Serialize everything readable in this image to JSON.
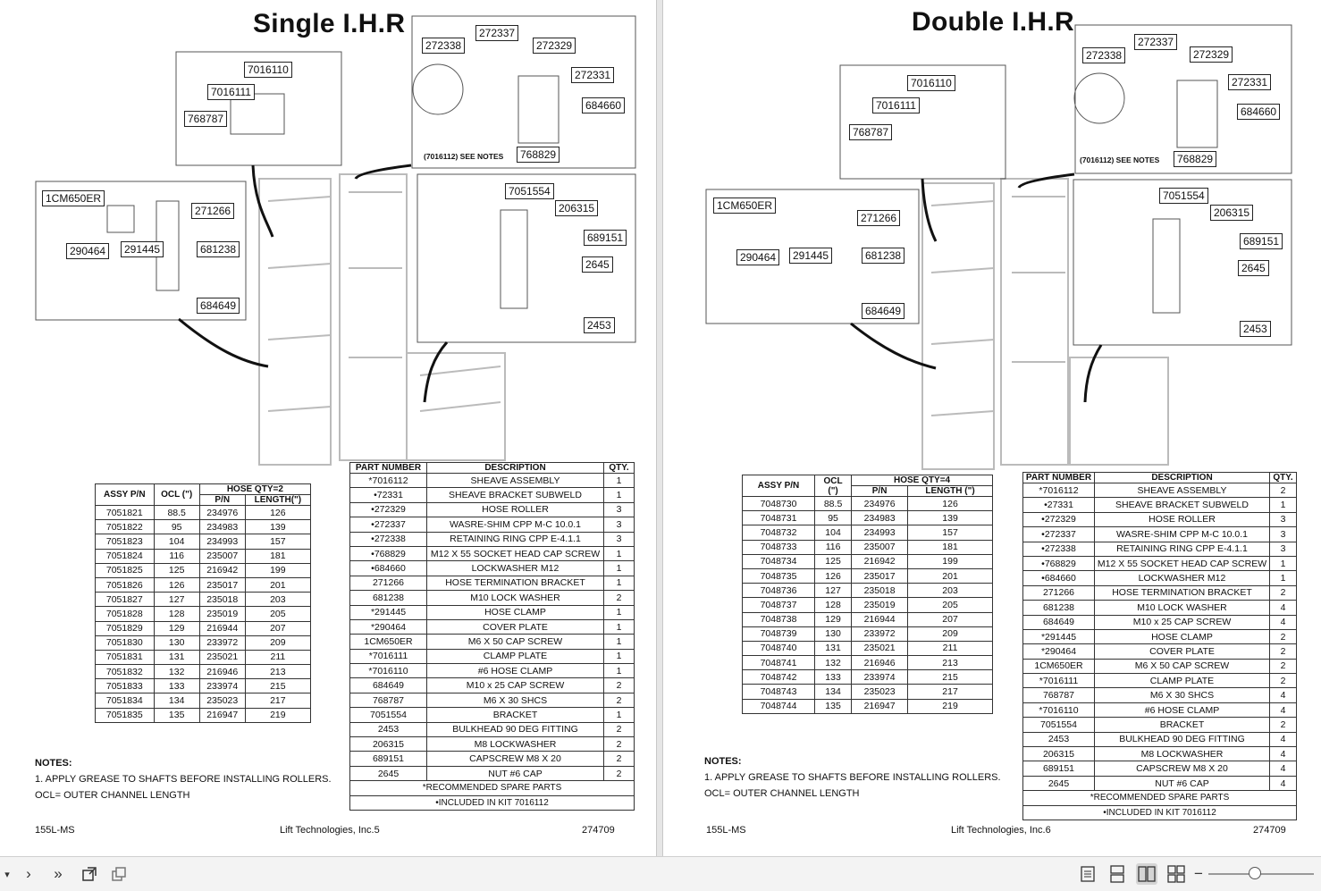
{
  "left": {
    "title": "Single I.H.R",
    "callouts": [
      "7016110",
      "7016111",
      "768787",
      "272337",
      "272338",
      "272329",
      "272331",
      "684660",
      "768829",
      "1CM650ER",
      "271266",
      "291445",
      "290464",
      "681238",
      "684649",
      "7051554",
      "206315",
      "689151",
      "2645",
      "2453"
    ],
    "note_tag": "(7016112) SEE NOTES",
    "ocl": {
      "h_assy": "ASSY P/N",
      "h_ocl": "OCL (\")",
      "h_hose": "HOSE  QTY=2",
      "h_pn": "P/N",
      "h_len": "LENGTH(\")",
      "rows": [
        [
          "7051821",
          "88.5",
          "234976",
          "126"
        ],
        [
          "7051822",
          "95",
          "234983",
          "139"
        ],
        [
          "7051823",
          "104",
          "234993",
          "157"
        ],
        [
          "7051824",
          "116",
          "235007",
          "181"
        ],
        [
          "7051825",
          "125",
          "216942",
          "199"
        ],
        [
          "7051826",
          "126",
          "235017",
          "201"
        ],
        [
          "7051827",
          "127",
          "235018",
          "203"
        ],
        [
          "7051828",
          "128",
          "235019",
          "205"
        ],
        [
          "7051829",
          "129",
          "216944",
          "207"
        ],
        [
          "7051830",
          "130",
          "233972",
          "209"
        ],
        [
          "7051831",
          "131",
          "235021",
          "211"
        ],
        [
          "7051832",
          "132",
          "216946",
          "213"
        ],
        [
          "7051833",
          "133",
          "233974",
          "215"
        ],
        [
          "7051834",
          "134",
          "235023",
          "217"
        ],
        [
          "7051835",
          "135",
          "216947",
          "219"
        ]
      ]
    },
    "parts": {
      "h_pn": "PART NUMBER",
      "h_desc": "DESCRIPTION",
      "h_qty": "QTY.",
      "rows": [
        [
          "*7016112",
          "SHEAVE ASSEMBLY",
          "1"
        ],
        [
          "•72331",
          "SHEAVE BRACKET SUBWELD",
          "1"
        ],
        [
          "•272329",
          "HOSE ROLLER",
          "3"
        ],
        [
          "•272337",
          "WASRE-SHIM CPP M-C 10.0.1",
          "3"
        ],
        [
          "•272338",
          "RETAINING RING CPP E-4.1.1",
          "3"
        ],
        [
          "•768829",
          "M12 X 55 SOCKET HEAD CAP SCREW",
          "1"
        ],
        [
          "•684660",
          "LOCKWASHER M12",
          "1"
        ],
        [
          "271266",
          "HOSE TERMINATION BRACKET",
          "1"
        ],
        [
          "681238",
          "M10 LOCK WASHER",
          "2"
        ],
        [
          "*291445",
          "HOSE CLAMP",
          "1"
        ],
        [
          "*290464",
          "COVER PLATE",
          "1"
        ],
        [
          "1CM650ER",
          "M6 X 50 CAP SCREW",
          "1"
        ],
        [
          "*7016111",
          "CLAMP PLATE",
          "1"
        ],
        [
          "*7016110",
          "#6 HOSE CLAMP",
          "1"
        ],
        [
          "684649",
          "M10 x 25 CAP SCREW",
          "2"
        ],
        [
          "768787",
          "M6 X 30 SHCS",
          "2"
        ],
        [
          "7051554",
          "BRACKET",
          "1"
        ],
        [
          "2453",
          "BULKHEAD 90 DEG FITTING",
          "2"
        ],
        [
          "206315",
          "M8 LOCKWASHER",
          "2"
        ],
        [
          "689151",
          "CAPSCREW M8 X 20",
          "2"
        ],
        [
          "2645",
          "NUT #6 CAP",
          "2"
        ]
      ],
      "foot1": "*RECOMMENDED SPARE PARTS",
      "foot2": "•INCLUDED IN KIT 7016112"
    },
    "notes": {
      "heading": "NOTES:",
      "line1": "1.   APPLY GREASE TO SHAFTS BEFORE INSTALLING ROLLERS.",
      "line2": "OCL= OUTER CHANNEL LENGTH"
    },
    "footer": {
      "doc": "155L-MS",
      "company": "Lift Technologies, Inc.5",
      "code": "274709"
    }
  },
  "right": {
    "title": "Double I.H.R",
    "callouts": [
      "7016110",
      "7016111",
      "768787",
      "272337",
      "272338",
      "272329",
      "272331",
      "684660",
      "768829",
      "1CM650ER",
      "271266",
      "291445",
      "290464",
      "681238",
      "684649",
      "7051554",
      "206315",
      "689151",
      "2645",
      "2453"
    ],
    "note_tag": "(7016112) SEE NOTES",
    "ocl": {
      "h_assy": "ASSY P/N",
      "h_ocl": "OCL\n(\")",
      "h_hose": "HOSE QTY=4",
      "h_pn": "P/N",
      "h_len": "LENGTH (\")",
      "rows": [
        [
          "7048730",
          "88.5",
          "234976",
          "126"
        ],
        [
          "7048731",
          "95",
          "234983",
          "139"
        ],
        [
          "7048732",
          "104",
          "234993",
          "157"
        ],
        [
          "7048733",
          "116",
          "235007",
          "181"
        ],
        [
          "7048734",
          "125",
          "216942",
          "199"
        ],
        [
          "7048735",
          "126",
          "235017",
          "201"
        ],
        [
          "7048736",
          "127",
          "235018",
          "203"
        ],
        [
          "7048737",
          "128",
          "235019",
          "205"
        ],
        [
          "7048738",
          "129",
          "216944",
          "207"
        ],
        [
          "7048739",
          "130",
          "233972",
          "209"
        ],
        [
          "7048740",
          "131",
          "235021",
          "211"
        ],
        [
          "7048741",
          "132",
          "216946",
          "213"
        ],
        [
          "7048742",
          "133",
          "233974",
          "215"
        ],
        [
          "7048743",
          "134",
          "235023",
          "217"
        ],
        [
          "7048744",
          "135",
          "216947",
          "219"
        ]
      ]
    },
    "parts": {
      "h_pn": "PART NUMBER",
      "h_desc": "DESCRIPTION",
      "h_qty": "QTY.",
      "rows": [
        [
          "*7016112",
          "SHEAVE ASSEMBLY",
          "2"
        ],
        [
          "•27331",
          "SHEAVE BRACKET SUBWELD",
          "1"
        ],
        [
          "•272329",
          "HOSE ROLLER",
          "3"
        ],
        [
          "•272337",
          "WASRE-SHIM CPP M-C 10.0.1",
          "3"
        ],
        [
          "•272338",
          "RETAINING RING CPP E-4.1.1",
          "3"
        ],
        [
          "•768829",
          "M12 X 55 SOCKET HEAD CAP SCREW",
          "1"
        ],
        [
          "•684660",
          "LOCKWASHER M12",
          "1"
        ],
        [
          "271266",
          "HOSE TERMINATION BRACKET",
          "2"
        ],
        [
          "681238",
          "M10 LOCK WASHER",
          "4"
        ],
        [
          "684649",
          "M10 x 25 CAP SCREW",
          "4"
        ],
        [
          "*291445",
          "HOSE CLAMP",
          "2"
        ],
        [
          "*290464",
          "COVER PLATE",
          "2"
        ],
        [
          "1CM650ER",
          "M6 X 50 CAP SCREW",
          "2"
        ],
        [
          "*7016111",
          "CLAMP PLATE",
          "2"
        ],
        [
          "768787",
          "M6 X 30 SHCS",
          "4"
        ],
        [
          "*7016110",
          "#6 HOSE CLAMP",
          "4"
        ],
        [
          "7051554",
          "BRACKET",
          "2"
        ],
        [
          "2453",
          "BULKHEAD 90 DEG FITTING",
          "4"
        ],
        [
          "206315",
          "M8 LOCKWASHER",
          "4"
        ],
        [
          "689151",
          "CAPSCREW M8 X 20",
          "4"
        ],
        [
          "2645",
          "NUT #6 CAP",
          "4"
        ]
      ],
      "foot1": "*RECOMMENDED SPARE PARTS",
      "foot2": "•INCLUDED IN KIT 7016112"
    },
    "notes": {
      "heading": "NOTES:",
      "line1": "1.  APPLY GREASE TO SHAFTS BEFORE INSTALLING ROLLERS.",
      "line2": "OCL= OUTER CHANNEL LENGTH"
    },
    "footer": {
      "doc": "155L-MS",
      "company": "Lift Technologies, Inc.6",
      "code": "274709"
    }
  },
  "toolbar": {
    "icons": [
      "dropdown-icon",
      "next-page-icon",
      "last-page-icon",
      "extract-pages-icon",
      "copy-pages-icon",
      "single-page-view-icon",
      "continuous-view-icon",
      "two-page-view-icon",
      "two-page-continuous-view-icon"
    ],
    "zoom_level": 0.5
  }
}
